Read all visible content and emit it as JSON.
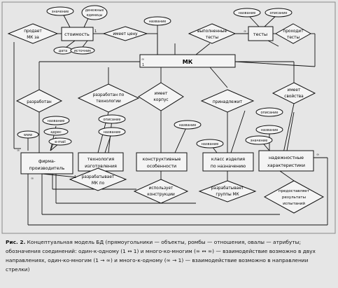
{
  "figure": {
    "caption_label": "Рис. 2.",
    "caption_text": "Концептуальная модель БД (прямоугольники — объекты, ромбы — отношения, овалы — атрибуты; обозначения соединений: один-к-одному (1 ↔ 1) и много-ко-многим (∞ ↔ ∞) — взаимодействие возможно в двух направлениях, один-ко-многим (1 → ∞) и много-к-одному (∞ → 1) — взаимодействие возможно в направлении стрелки)"
  },
  "entities": {
    "mk": "МК",
    "cost": "стоимость",
    "tests": "тесты",
    "firm": "фирма-производитель",
    "tech": "технология изготовления",
    "design": "конструктивные особенности",
    "class": "класс изделия по назначению",
    "reliab": "надежностные характеристики"
  },
  "relations": {
    "sold_for": "продает МК за",
    "has_price": "имеет цену",
    "done_tests": "выполненные тесты",
    "passes_tests": "проходит тесты",
    "developed": "разработан",
    "developed_tech": "разработан по технологии",
    "has_case": "имеет корпус",
    "belongs": "принадлежит",
    "has_props": "имеет свойства",
    "develops_mk": "разрабатывает МК по",
    "uses_designs": "использует конструкции",
    "develops_groups": "разрабатывает группы МК",
    "provides_results": "предоставляет результаты испытаний"
  },
  "attributes": {
    "value": "значение",
    "currency": "денежные единицы",
    "date": "дата",
    "source": "источник",
    "mk_name": "название",
    "test_name": "название",
    "description": "описание",
    "www": "www",
    "firm_name": "название",
    "address": "адрес",
    "email": "e-mail",
    "tech_desc": "описание",
    "tech_name": "название",
    "design_name": "название",
    "class_name": "название",
    "reliab_desc": "описание",
    "reliab_name": "название",
    "reliab_value": "значение"
  },
  "cardinality": {
    "one": "1",
    "many": "∞"
  }
}
